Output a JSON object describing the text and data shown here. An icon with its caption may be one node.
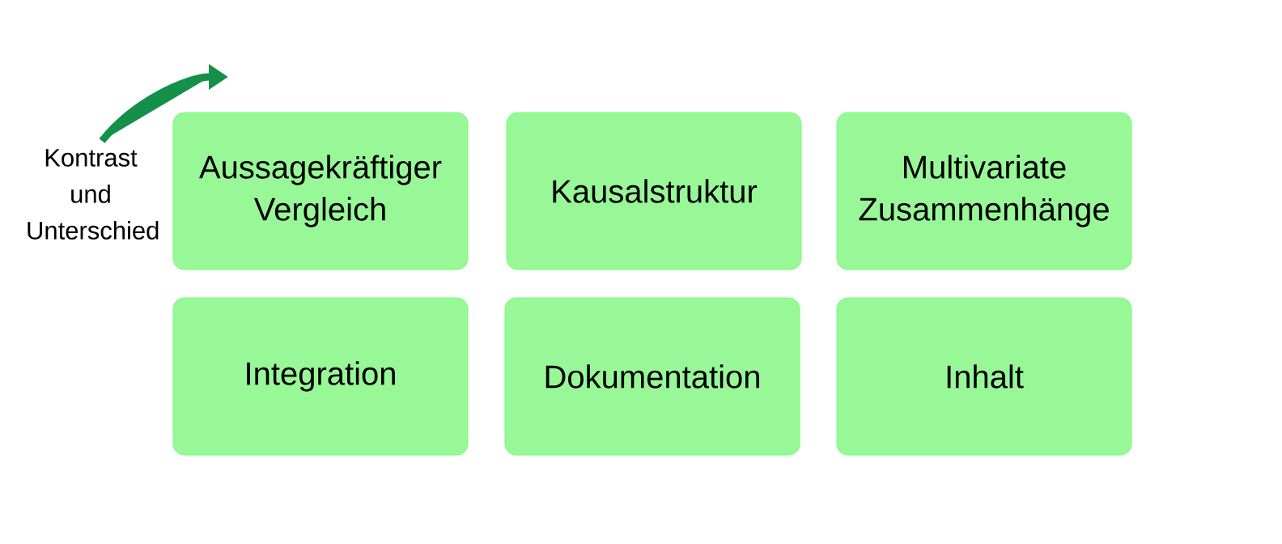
{
  "diagram": {
    "nodes": [
      {
        "text": [
          "Kontrast und Unterschied"
        ]
      },
      {
        "text": [
          "Aussagekräftiger Vergleich"
        ]
      },
      {
        "text": [
          "Kausalstruktur"
        ]
      },
      {
        "text": [
          "Multivariate Zusammenhänge"
        ]
      },
      {
        "text": [
          "Integration"
        ]
      },
      {
        "text": [
          "Dokumentation"
        ]
      },
      {
        "text": [
          "Inhalt"
        ]
      }
    ]
  }
}
